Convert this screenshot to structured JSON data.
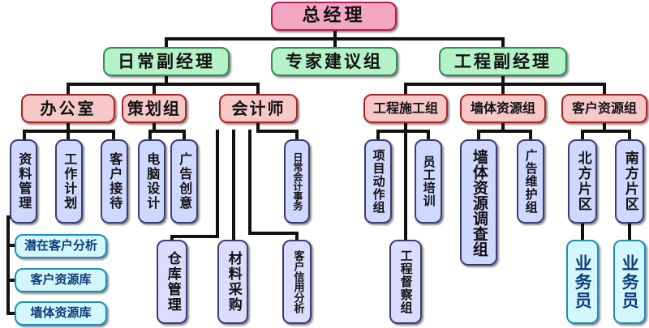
{
  "nodes": {
    "ceo": "总经理",
    "deputy_daily": "日常副经理",
    "expert_group": "专家建议组",
    "deputy_engineering": "工程副经理",
    "office": "办公室",
    "planning": "策划组",
    "accountant": "会计师",
    "construction_group": "工程施工组",
    "wall_resource_group": "墙体资源组",
    "customer_resource_group": "客户资源组",
    "data_management": "资料管理",
    "work_plan": "工作计划",
    "customer_reception": "客户接待",
    "computer_design": "电脑设计",
    "ad_creative": "广告创意",
    "daily_accounting": "日常会计事务",
    "warehouse_management": "仓库管理",
    "material_purchase": "材料采购",
    "customer_credit_analysis": "客户信用分析",
    "project_promotion": "项目动作组",
    "staff_training": "员工培训",
    "engineering_supervision": "工程督察组",
    "wall_resource_survey": "墙体资源调查组",
    "ad_maintenance": "广告维护组",
    "north_district": "北方片区",
    "south_district": "南方片区",
    "sales_north": "业务员",
    "sales_south": "业务员",
    "potential_customer_analysis": "潜在客户分析",
    "customer_database": "客户资源库",
    "wall_database": "墙体资源库"
  }
}
